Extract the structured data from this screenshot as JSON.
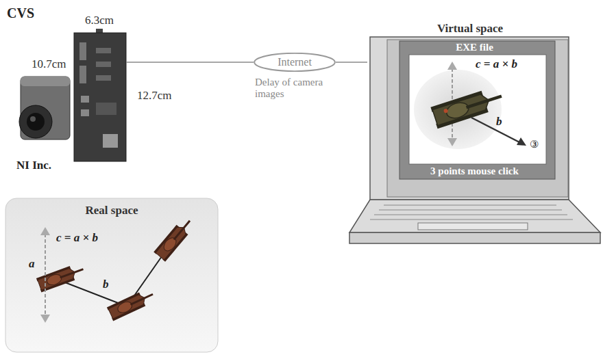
{
  "diagram": {
    "nodes": [
      {
        "text": [
          "CVS",
          "NI Inc."
        ]
      },
      {
        "text": [
          "Internet"
        ]
      },
      {
        "text": [
          "Virtual space"
        ]
      },
      {
        "text": [
          "EXE file",
          "3 points mouse click"
        ],
        "in": 2
      },
      {
        "text": [
          "Real space"
        ]
      }
    ],
    "edges": [
      {
        "from": 0,
        "to": 1,
        "arrow": "none"
      },
      {
        "from": 1,
        "to": 2,
        "arrow": "none"
      }
    ],
    "labels": [
      "6.3cm",
      "10.7cm",
      "12.7cm",
      "Delay of camera images",
      "c = a × b",
      "b",
      "③",
      "c = a × b",
      "a",
      "b"
    ]
  }
}
